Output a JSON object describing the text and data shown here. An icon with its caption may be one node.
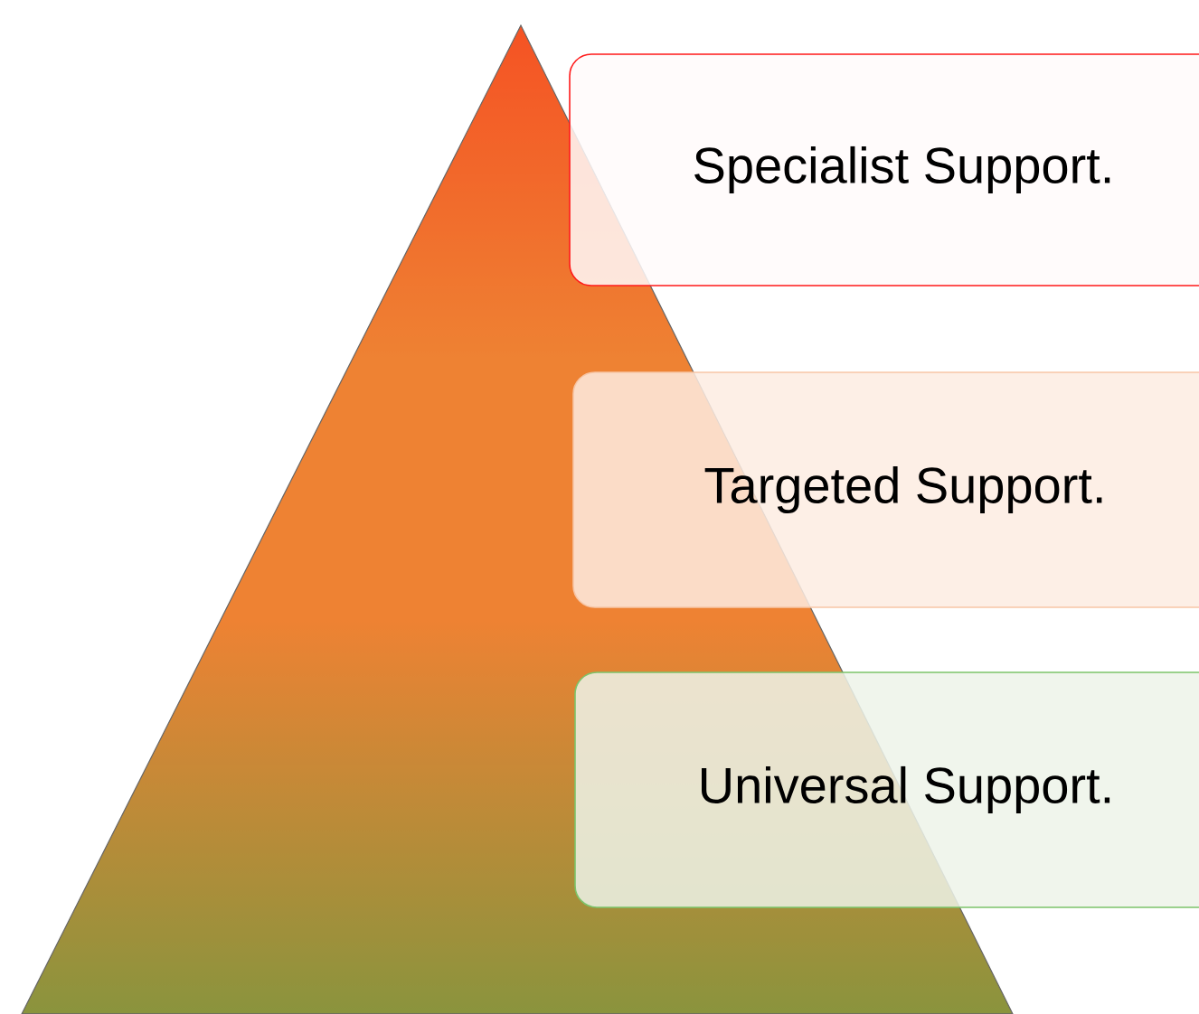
{
  "diagram": {
    "nodes": [
      {
        "text": [
          "Specialist Support."
        ]
      },
      {
        "text": [
          "Targeted Support."
        ]
      },
      {
        "text": [
          "Universal Support."
        ]
      }
    ]
  }
}
